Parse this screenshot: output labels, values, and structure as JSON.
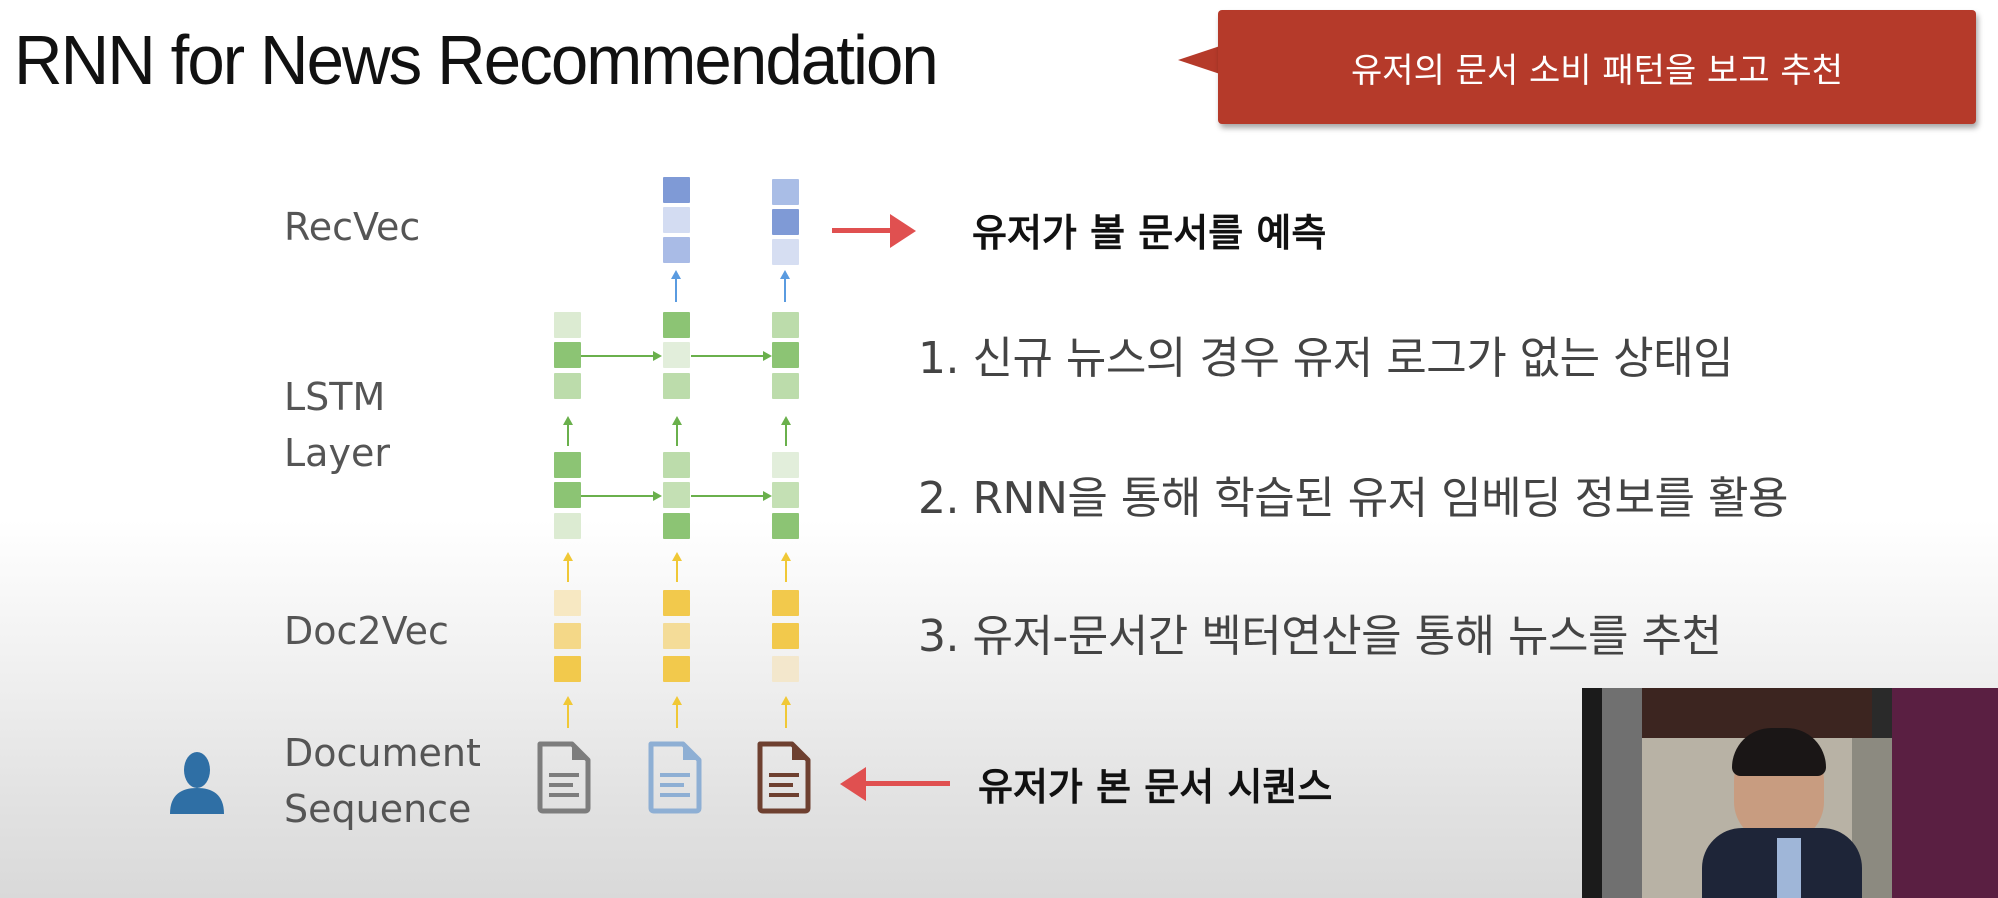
{
  "slide": {
    "title": "RNN for News Recommendation",
    "callout": "유저의 문서 소비 패턴을 보고 추천",
    "layers": {
      "recvec": "RecVec",
      "lstm_line1": "LSTM",
      "lstm_line2": "Layer",
      "doc2vec": "Doc2Vec",
      "docseq_line1": "Document",
      "docseq_line2": "Sequence"
    },
    "annotations": {
      "predict": "유저가 볼 문서를 예측",
      "sequence": "유저가 본 문서 시퀀스"
    },
    "points": [
      "1. 신규 뉴스의 경우 유저 로그가 없는 상태임",
      "2. RNN을 통해 학습된 유저 임베딩 정보를 활용",
      "3. 유저-문서간 벡터연산을 통해 뉴스를 추천"
    ],
    "icons": {
      "user": "user-icon",
      "documents": [
        "document-icon-gray",
        "document-icon-blue",
        "document-icon-brown"
      ]
    },
    "colors": {
      "callout_bg": "#b53a2a",
      "red_arrow": "#e05050",
      "recvec_blue": "#7f9ad6",
      "lstm_green": "#8cc474",
      "doc2vec_yellow": "#f2c94c",
      "user_icon": "#2f6fa5"
    }
  },
  "video_overlay": {
    "description": "speaker camera inset"
  }
}
